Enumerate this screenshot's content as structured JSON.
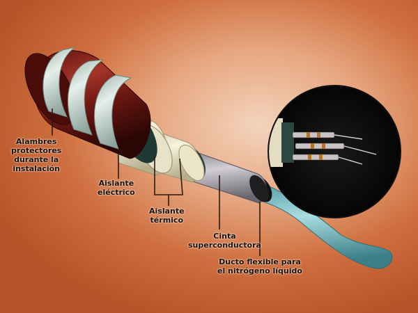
{
  "labels": {
    "protective_wires": [
      "Alambres",
      "protectores",
      "durante la",
      "instalación"
    ],
    "electrical_insulation": [
      "Aislante",
      "eléctrico"
    ],
    "thermal_insulation": [
      "Aislante",
      "térmico"
    ],
    "superconducting_tape": [
      "Cinta",
      "superconductora"
    ],
    "nitrogen_duct": [
      "Ducto flexible para",
      "el nitrógeno líquido"
    ]
  },
  "colors": {
    "copper_wire": "#7a1e14",
    "protective_band": "#c9d6cf",
    "electrical_insulation": "#e8e2c8",
    "thermal_insulation": "#f0eadb",
    "superconducting_tape": "#a9a4ab",
    "nitrogen_duct": "#7fc0c6",
    "leader_line": "#2a1a10"
  }
}
